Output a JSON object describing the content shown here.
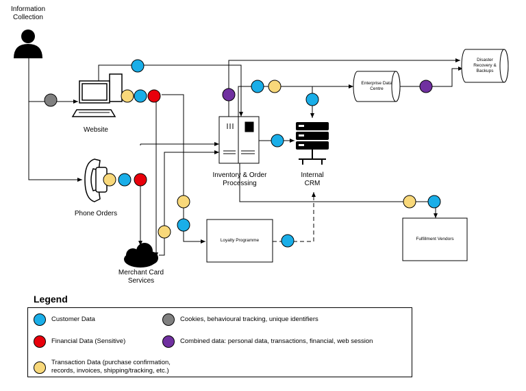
{
  "nodes": {
    "info_collection": "Information\nCollection",
    "website": "Website",
    "phone_orders": "Phone Orders",
    "merchant_card": "Merchant Card\nServices",
    "inventory": "Inventory & Order\nProcessing",
    "internal_crm": "Internal\nCRM",
    "enterprise_dc": "Enterprise Data\nCentre",
    "disaster_recovery": "Disaster\nRecovery &\nBackups",
    "loyalty": "Loyalty Programme",
    "fulfillment": "Fulfillment Vendors"
  },
  "legend": {
    "title": "Legend",
    "customer": "Customer Data",
    "financial": "Financial Data (Sensitive)",
    "transaction": "Transaction Data (purchase confirmation,\nrecords, invoices, shipping/tracking, etc.)",
    "cookies": "Cookies, behavioural tracking, unique identifiers",
    "combined": "Combined data: personal data, transactions, financial, web session"
  },
  "colors": {
    "customer": "#1aaee8",
    "financial": "#e8000b",
    "transaction": "#f8d87a",
    "cookies": "#808080",
    "combined": "#7030a0"
  }
}
